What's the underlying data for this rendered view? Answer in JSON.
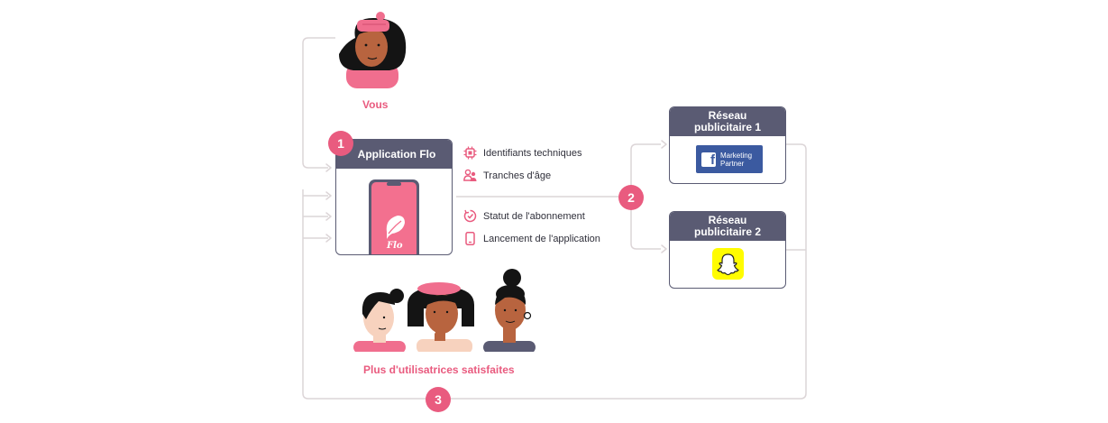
{
  "diagram": {
    "you_label": "Vous",
    "app_card_title": "Application Flo",
    "app_logo_text": "Flo",
    "data_items_top": [
      {
        "icon": "chip-icon",
        "label": "Identifiants techniques"
      },
      {
        "icon": "people-icon",
        "label": "Tranches d'âge"
      }
    ],
    "data_items_bottom": [
      {
        "icon": "subscription-cycle-icon",
        "label": "Statut de l'abonnement"
      },
      {
        "icon": "phone-icon",
        "label": "Lancement de l'application"
      }
    ],
    "network_1": {
      "title_line1": "Réseau",
      "title_line2": "publicitaire 1",
      "logo_line1": "Marketing",
      "logo_line2": "Partner",
      "logo_letter": "f"
    },
    "network_2": {
      "title_line1": "Réseau",
      "title_line2": "publicitaire 2"
    },
    "users_label": "Plus d'utilisatrices satisfaites",
    "step_numbers": [
      "1",
      "2",
      "3"
    ]
  },
  "colors": {
    "accent_pink": "#e95b7f",
    "card_header": "#5a5b73",
    "line_gray": "#d9d2d4",
    "facebook_blue": "#3b5aa0",
    "snapchat_yellow": "#fffc00"
  }
}
